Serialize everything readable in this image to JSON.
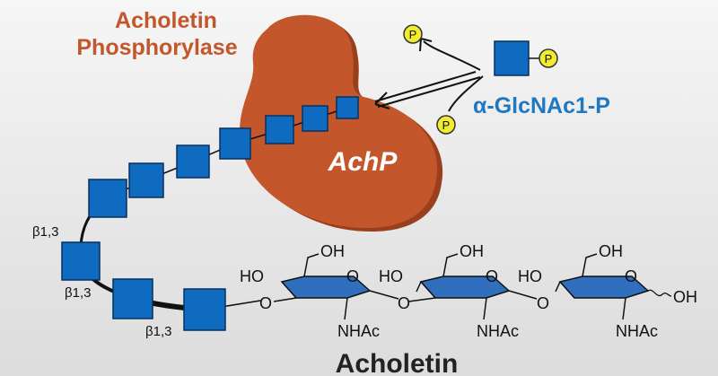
{
  "enzyme": {
    "name_line1": "Acholetin",
    "name_line2": "Phosphorylase",
    "abbreviation": "AchP",
    "color": "#c4562b"
  },
  "substrate": {
    "label": "α-GlcNAc1-P",
    "color": "#1f78c1",
    "phosphate_label": "P"
  },
  "sugar": {
    "square_color": "#0f6bc0",
    "ring_color": "#2f6fbe",
    "linkage_labels": [
      "β1,3",
      "β1,3",
      "β1,3"
    ]
  },
  "phosphate": {
    "label": "P",
    "color": "#f2ec2f"
  },
  "oligosaccharide": {
    "labels": {
      "oh_top": "OH",
      "ho_left": "HO",
      "o_ring": "O",
      "o_link": "O",
      "nhac": "NHAc",
      "oh_anomeric": "OH"
    }
  },
  "product_name": "Acholetin"
}
